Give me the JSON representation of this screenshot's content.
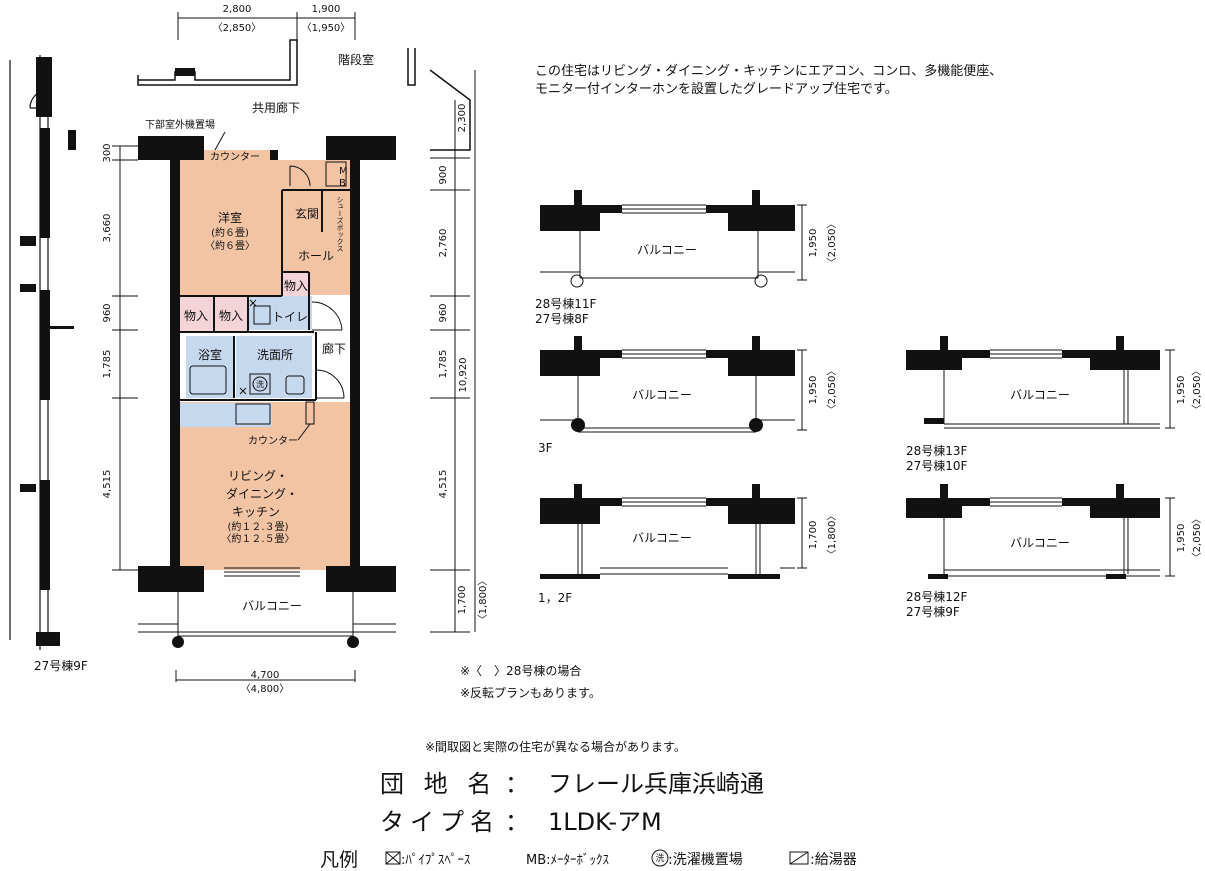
{
  "description_lines": [
    "この住宅はリビング・ダイニング・キッチンにエアコン、コンロ、多機能便座、",
    "モニター付インターホンを設置したグレードアップ住宅です。"
  ],
  "top_dims": [
    {
      "value": "2,800",
      "alt": "〈2,850〉"
    },
    {
      "value": "1,900",
      "alt": "〈1,950〉"
    }
  ],
  "labels": {
    "stairs": "階段室",
    "corridor_common": "共用廊下",
    "outdoor_unit": "下部室外機置場",
    "counter_top": "カウンター",
    "western_room": "洋室",
    "western_size1": "(約６畳)",
    "western_size2": "〈約６畳〉",
    "entrance": "玄関",
    "shoebox": "シューズボックス",
    "hall": "ホール",
    "storage": "物入",
    "toilet": "トイレ",
    "bath": "浴室",
    "washroom": "洗面所",
    "hallway": "廊下",
    "counter_mid": "カウンター",
    "ldk1": "リビング・",
    "ldk2": "ダイニング・",
    "ldk3": "キッチン",
    "ldk_size1": "(約１２.３畳)",
    "ldk_size2": "〈約１２.５畳〉",
    "balcony": "バルコニー",
    "mb_m": "M",
    "mb_b": "B",
    "washer": "洗",
    "floor_27_9f": "27号棟9F"
  },
  "left_dims": [
    "300",
    "3,660",
    "960",
    "1,785",
    "4,515"
  ],
  "right_dims": [
    "2,300",
    "900",
    "2,760",
    "960",
    "1,785",
    "4,515",
    "1,700",
    "〈1,800〉",
    "10,920"
  ],
  "bottom_dim": {
    "value": "4,700",
    "alt": "〈4,800〉"
  },
  "variants": [
    {
      "balcony": "バルコニー",
      "dim": "1,950",
      "alt": "〈2,050〉",
      "floors": [
        "28号棟11F",
        "27号棟8F"
      ]
    },
    {
      "balcony": "バルコニー",
      "dim": "1,950",
      "alt": "〈2,050〉",
      "floors": [
        "3F"
      ]
    },
    {
      "balcony": "バルコニー",
      "dim": "1,700",
      "alt": "〈1,800〉",
      "floors": [
        "1，2F"
      ]
    },
    {
      "balcony": "バルコニー",
      "dim": "1,950",
      "alt": "〈2,050〉",
      "floors": [
        "28号棟13F",
        "27号棟10F"
      ]
    },
    {
      "balcony": "バルコニー",
      "dim": "1,950",
      "alt": "〈2,050〉",
      "floors": [
        "28号棟12F",
        "27号棟9F"
      ]
    }
  ],
  "notes": [
    "※〈　〉28号棟の場合",
    "※反転プランもあります。"
  ],
  "disclaimer": "※間取図と実際の住宅が異なる場合があります。",
  "complex_label": "団 地 名",
  "complex_sep": "：",
  "complex_name": "フレール兵庫浜崎通",
  "type_label": "タイプ名",
  "type_sep": "：",
  "type_name": "1LDK-アM",
  "legend_title": "凡例",
  "legend_items": [
    ":ﾊﾟｲﾌﾟｽﾍﾟｰｽ",
    "MB:ﾒｰﾀｰﾎﾞｯｸｽ",
    ":洗濯機置場",
    ":給湯器"
  ],
  "colors": {
    "room_fill": "#f2c4a4",
    "pink_fill": "#f4d4d8",
    "blue_fill": "#c6d8ee",
    "wall": "#111111"
  }
}
